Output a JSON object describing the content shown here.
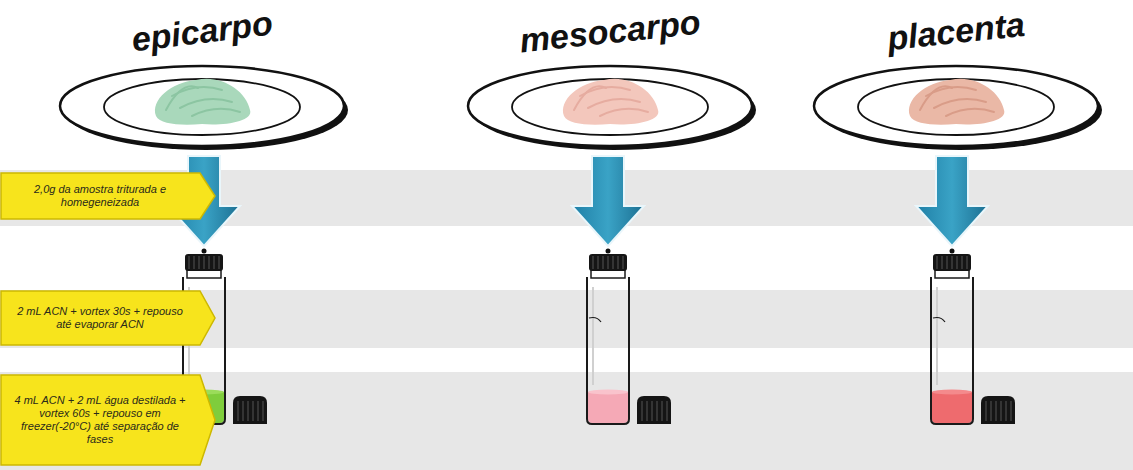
{
  "diagram": {
    "nodes": [
      {
        "text": [
          "epicarpo"
        ]
      },
      {
        "text": [
          "mesocarpo"
        ]
      },
      {
        "text": [
          "placenta"
        ]
      },
      {
        "text": [
          "2,0g da amostra triturada e homegeneizada"
        ]
      },
      {
        "text": [
          "2 mL ACN + vortex 30s + repouso até evaporar ACN"
        ]
      },
      {
        "text": [
          "4 mL ACN + 2 mL água destilada + vortex 60s + repouso em freezer(-20°C) até separação de fases"
        ]
      }
    ]
  }
}
